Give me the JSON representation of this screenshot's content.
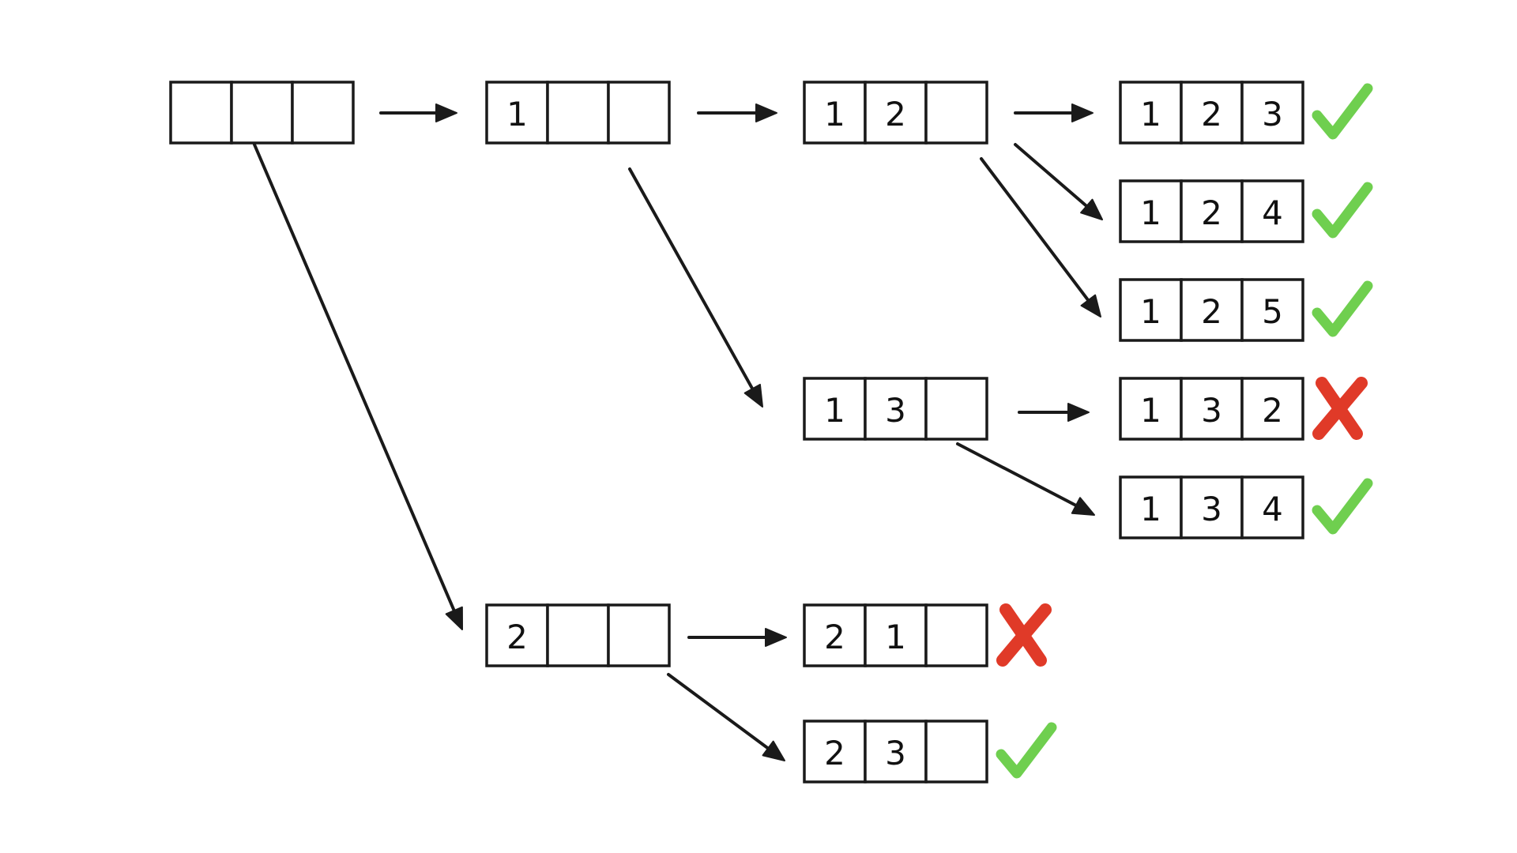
{
  "colors": {
    "valid": "#6fcf4f",
    "invalid": "#e03a28"
  },
  "nodes": [
    {
      "id": "root",
      "values": [
        "",
        "",
        ""
      ],
      "status": "none"
    },
    {
      "id": "n1",
      "values": [
        "1",
        "",
        ""
      ],
      "status": "none"
    },
    {
      "id": "n12",
      "values": [
        "1",
        "2",
        ""
      ],
      "status": "none"
    },
    {
      "id": "n123",
      "values": [
        "1",
        "2",
        "3"
      ],
      "status": "valid"
    },
    {
      "id": "n124",
      "values": [
        "1",
        "2",
        "4"
      ],
      "status": "valid"
    },
    {
      "id": "n125",
      "values": [
        "1",
        "2",
        "5"
      ],
      "status": "valid"
    },
    {
      "id": "n13",
      "values": [
        "1",
        "3",
        ""
      ],
      "status": "none"
    },
    {
      "id": "n132",
      "values": [
        "1",
        "3",
        "2"
      ],
      "status": "invalid"
    },
    {
      "id": "n134",
      "values": [
        "1",
        "3",
        "4"
      ],
      "status": "valid"
    },
    {
      "id": "n2",
      "values": [
        "2",
        "",
        ""
      ],
      "status": "none"
    },
    {
      "id": "n21",
      "values": [
        "2",
        "1",
        ""
      ],
      "status": "invalid"
    },
    {
      "id": "n23",
      "values": [
        "2",
        "3",
        ""
      ],
      "status": "valid"
    }
  ],
  "edges": [
    {
      "from": "root",
      "to": "n1"
    },
    {
      "from": "root",
      "to": "n2"
    },
    {
      "from": "n1",
      "to": "n12"
    },
    {
      "from": "n1",
      "to": "n13"
    },
    {
      "from": "n12",
      "to": "n123"
    },
    {
      "from": "n12",
      "to": "n124"
    },
    {
      "from": "n12",
      "to": "n125"
    },
    {
      "from": "n13",
      "to": "n132"
    },
    {
      "from": "n13",
      "to": "n134"
    },
    {
      "from": "n2",
      "to": "n21"
    },
    {
      "from": "n2",
      "to": "n23"
    }
  ]
}
